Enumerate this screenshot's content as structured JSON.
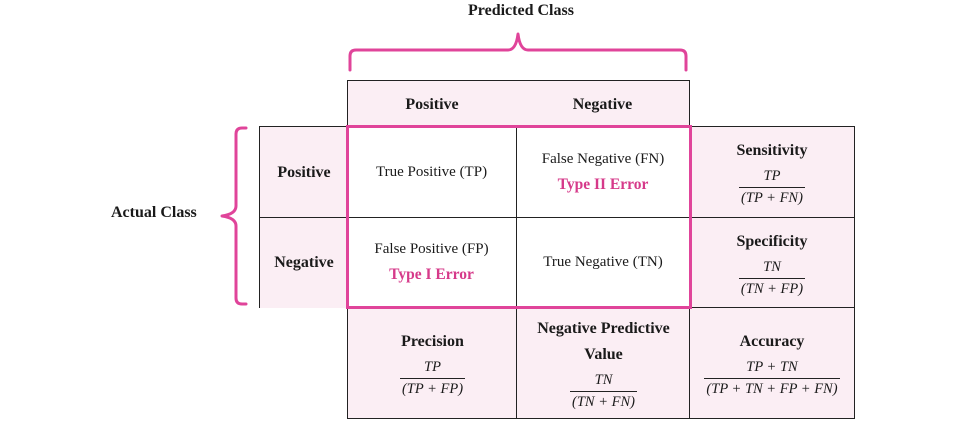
{
  "predicted_class_label": "Predicted Class",
  "actual_class_label": "Actual Class",
  "columns": {
    "positive": "Positive",
    "negative": "Negative"
  },
  "rows": {
    "positive": "Positive",
    "negative": "Negative"
  },
  "cells": {
    "tp": "True Positive (TP)",
    "fn": "False Negative (FN)",
    "fn_error": "Type II Error",
    "fp": "False Positive (FP)",
    "fp_error": "Type I Error",
    "tn": "True Negative (TN)"
  },
  "metrics": {
    "sensitivity": {
      "title": "Sensitivity",
      "num": "TP",
      "den": "(TP + FN)"
    },
    "specificity": {
      "title": "Specificity",
      "num": "TN",
      "den": "(TN + FP)"
    },
    "precision": {
      "title": "Precision",
      "num": "TP",
      "den": "(TP + FP)"
    },
    "npv": {
      "title_line1": "Negative Predictive",
      "title_line2": "Value",
      "num": "TN",
      "den": "(TN + FN)"
    },
    "accuracy": {
      "title": "Accuracy",
      "num": "TP + TN",
      "den": "(TP + TN + FP + FN)"
    }
  },
  "colors": {
    "accent": "#e0449a",
    "cell_fill": "#fbeef4",
    "error_text": "#d63a8a",
    "grid": "#222222"
  }
}
